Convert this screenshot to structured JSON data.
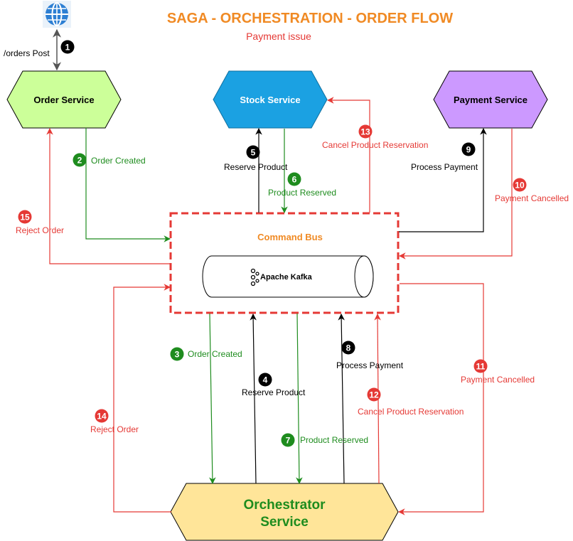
{
  "title": "SAGA - ORCHESTRATION - ORDER FLOW",
  "subtitle": "Payment issue",
  "nodes": {
    "order": "Order Service",
    "stock": "Stock Service",
    "payment": "Payment Service",
    "bus": "Command Bus",
    "kafka": "Apache Kafka",
    "orchestrator_line1": "Orchestrator",
    "orchestrator_line2": "Service"
  },
  "client_label": "/orders Post",
  "steps": [
    {
      "n": "1",
      "label": "",
      "color": "black"
    },
    {
      "n": "2",
      "label": "Order Created",
      "color": "green"
    },
    {
      "n": "3",
      "label": "Order Created",
      "color": "green"
    },
    {
      "n": "4",
      "label": "Reserve Product",
      "color": "black"
    },
    {
      "n": "5",
      "label": "Reserve Product",
      "color": "black"
    },
    {
      "n": "6",
      "label": "Product Reserved",
      "color": "green"
    },
    {
      "n": "7",
      "label": "Product Reserved",
      "color": "green"
    },
    {
      "n": "8",
      "label": "Process Payment",
      "color": "black"
    },
    {
      "n": "9",
      "label": "Process Payment",
      "color": "black"
    },
    {
      "n": "10",
      "label": "Payment Cancelled",
      "color": "red"
    },
    {
      "n": "11",
      "label": "Payment Cancelled",
      "color": "red"
    },
    {
      "n": "12",
      "label": "Cancel Product Reservation",
      "color": "red"
    },
    {
      "n": "13",
      "label": "Cancel Product Reservation",
      "color": "red"
    },
    {
      "n": "14",
      "label": "Reject Order",
      "color": "red"
    },
    {
      "n": "15",
      "label": "Reject Order",
      "color": "red"
    }
  ],
  "colors": {
    "title": "#F08A24",
    "subtitle": "#E53935",
    "green": "#1E8C1E",
    "red": "#E53935",
    "black": "#000000",
    "order_fill": "#CCFF99",
    "stock_fill": "#1BA1E2",
    "payment_fill": "#CC99FF",
    "orchestrator_fill": "#FFE599",
    "bus_border": "#E53935",
    "bus_title": "#F08A24",
    "orchestrator_text": "#1E8C1E"
  }
}
